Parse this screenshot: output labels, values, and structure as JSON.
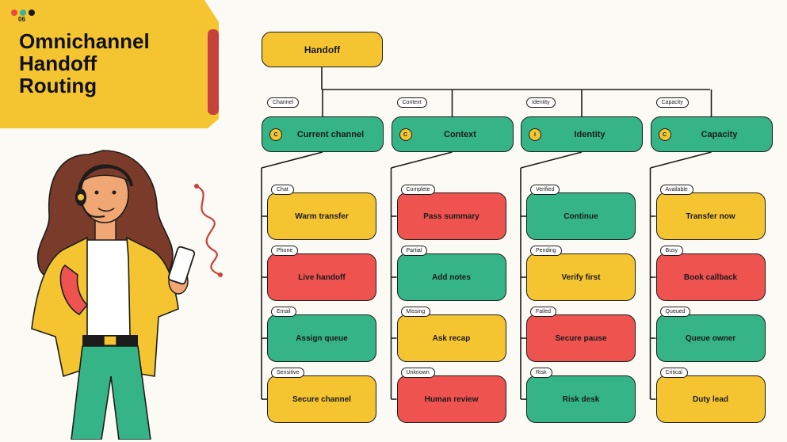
{
  "slide": {
    "number": "06",
    "title_lines": [
      "Omnichannel",
      "Handoff",
      "Routing"
    ]
  },
  "colors": {
    "yellow": "#f4c531",
    "green": "#35b587",
    "red": "#ef5350",
    "accent_bar": "#c8413b",
    "dot_red": "#e84a3c",
    "dot_teal": "#3bb39a",
    "dot_black": "#1a1a1a"
  },
  "tree": {
    "root": "Handoff",
    "branches": [
      {
        "edge": "Channel",
        "label": "Current channel",
        "badge": "C",
        "leaves": [
          {
            "tag": "Chat",
            "label": "Warm transfer",
            "color": "yellow"
          },
          {
            "tag": "Phone",
            "label": "Live handoff",
            "color": "red"
          },
          {
            "tag": "Email",
            "label": "Assign queue",
            "color": "green"
          },
          {
            "tag": "Sensitive",
            "label": "Secure channel",
            "color": "yellow"
          }
        ]
      },
      {
        "edge": "Context",
        "label": "Context",
        "badge": "C",
        "leaves": [
          {
            "tag": "Complete",
            "label": "Pass summary",
            "color": "red"
          },
          {
            "tag": "Partial",
            "label": "Add notes",
            "color": "green"
          },
          {
            "tag": "Missing",
            "label": "Ask recap",
            "color": "yellow"
          },
          {
            "tag": "Unknown",
            "label": "Human review",
            "color": "red"
          }
        ]
      },
      {
        "edge": "Identity",
        "label": "Identity",
        "badge": "I",
        "leaves": [
          {
            "tag": "Verified",
            "label": "Continue",
            "color": "green"
          },
          {
            "tag": "Pending",
            "label": "Verify first",
            "color": "yellow"
          },
          {
            "tag": "Failed",
            "label": "Secure pause",
            "color": "red"
          },
          {
            "tag": "Risk",
            "label": "Risk desk",
            "color": "green"
          }
        ]
      },
      {
        "edge": "Capacity",
        "label": "Capacity",
        "badge": "C",
        "leaves": [
          {
            "tag": "Available",
            "label": "Transfer now",
            "color": "yellow"
          },
          {
            "tag": "Busy",
            "label": "Book callback",
            "color": "red"
          },
          {
            "tag": "Queued",
            "label": "Queue owner",
            "color": "green"
          },
          {
            "tag": "Critical",
            "label": "Duty lead",
            "color": "yellow"
          }
        ]
      }
    ]
  }
}
